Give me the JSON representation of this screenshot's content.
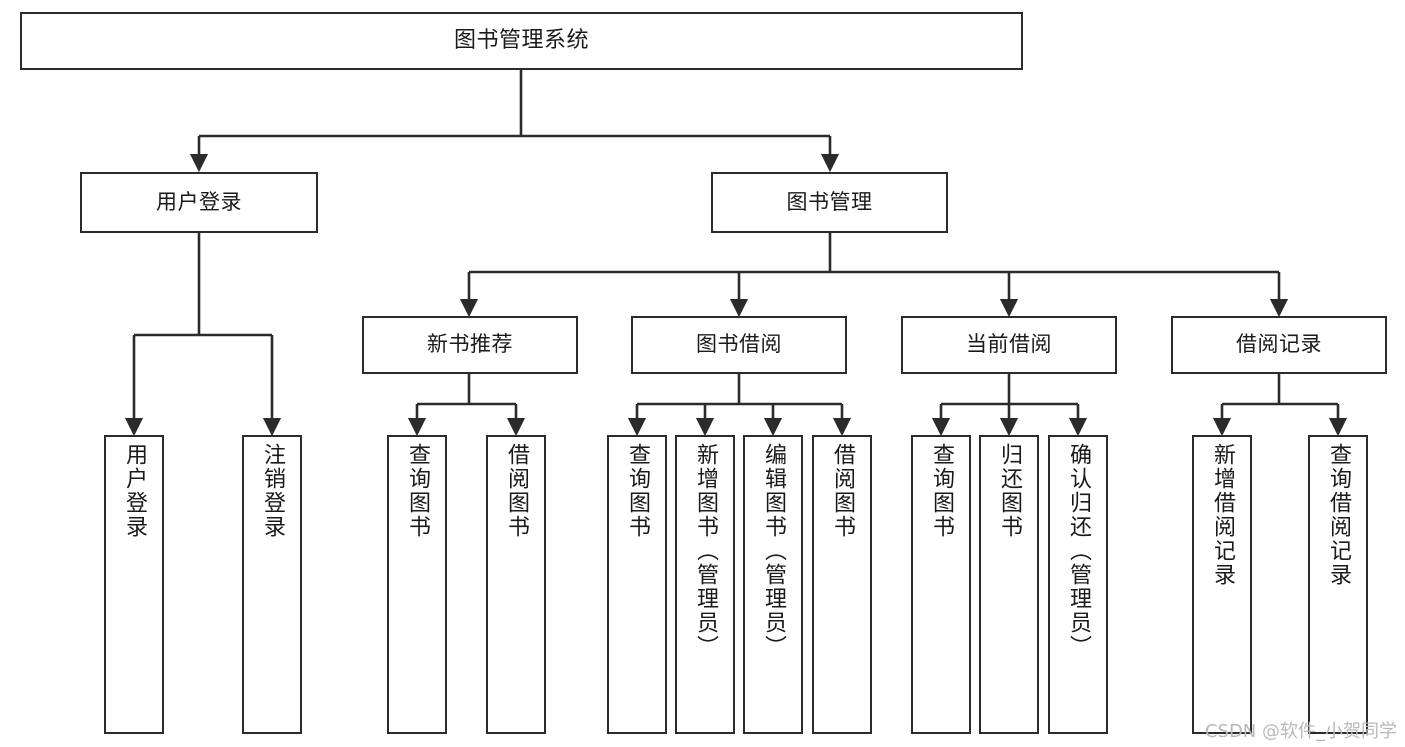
{
  "diagram": {
    "title": "图书管理系统",
    "type": "tree-hierarchy",
    "levels": 4,
    "nodes": {
      "root": {
        "label": "图书管理系统"
      },
      "level2": [
        {
          "id": "user-login",
          "label": "用户登录"
        },
        {
          "id": "book-manage",
          "label": "图书管理"
        }
      ],
      "level3": [
        {
          "id": "new-book-recommend",
          "label": "新书推荐",
          "parent": "book-manage"
        },
        {
          "id": "book-borrow",
          "label": "图书借阅",
          "parent": "book-manage"
        },
        {
          "id": "current-borrow",
          "label": "当前借阅",
          "parent": "book-manage"
        },
        {
          "id": "borrow-record",
          "label": "借阅记录",
          "parent": "book-manage"
        }
      ],
      "leaves": [
        {
          "id": "leaf-user-login",
          "label": "用户登录",
          "parent": "user-login"
        },
        {
          "id": "leaf-logout-login",
          "label": "注销登录",
          "parent": "user-login"
        },
        {
          "id": "leaf-query-book-1",
          "label": "查询图书",
          "parent": "new-book-recommend"
        },
        {
          "id": "leaf-borrow-book-1",
          "label": "借阅图书",
          "parent": "new-book-recommend"
        },
        {
          "id": "leaf-query-book-2",
          "label": "查询图书",
          "parent": "book-borrow"
        },
        {
          "id": "leaf-add-book-admin",
          "label": "新增图书（管理员）",
          "parent": "book-borrow"
        },
        {
          "id": "leaf-edit-book-admin",
          "label": "编辑图书（管理员）",
          "parent": "book-borrow"
        },
        {
          "id": "leaf-borrow-book-2",
          "label": "借阅图书",
          "parent": "book-borrow"
        },
        {
          "id": "leaf-query-book-3",
          "label": "查询图书",
          "parent": "current-borrow"
        },
        {
          "id": "leaf-return-book",
          "label": "归还图书",
          "parent": "current-borrow"
        },
        {
          "id": "leaf-confirm-return-admin",
          "label": "确认归还（管理员）",
          "parent": "current-borrow"
        },
        {
          "id": "leaf-add-borrow-record",
          "label": "新增借阅记录",
          "parent": "borrow-record"
        },
        {
          "id": "leaf-query-borrow-record",
          "label": "查询借阅记录",
          "parent": "borrow-record"
        }
      ]
    },
    "colors": {
      "stroke": "#2b2b2b",
      "fill": "#ffffff",
      "text": "#1a1a1a",
      "watermark": "#b9b9b9"
    }
  },
  "watermark": {
    "text": "CSDN @软件_小贺同学"
  }
}
